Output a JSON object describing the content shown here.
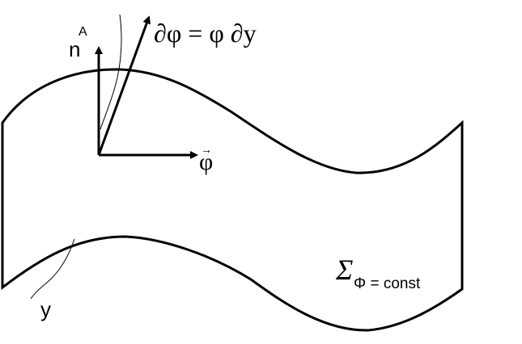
{
  "labels": {
    "normal_index": "A",
    "normal_letter": "n",
    "phi_vector": "φ",
    "vector_mark": "→",
    "equation": "∂φ = φ ∂y",
    "surface_symbol": "Σ",
    "surface_subscript": "Φ = const",
    "curve_label": "y"
  }
}
